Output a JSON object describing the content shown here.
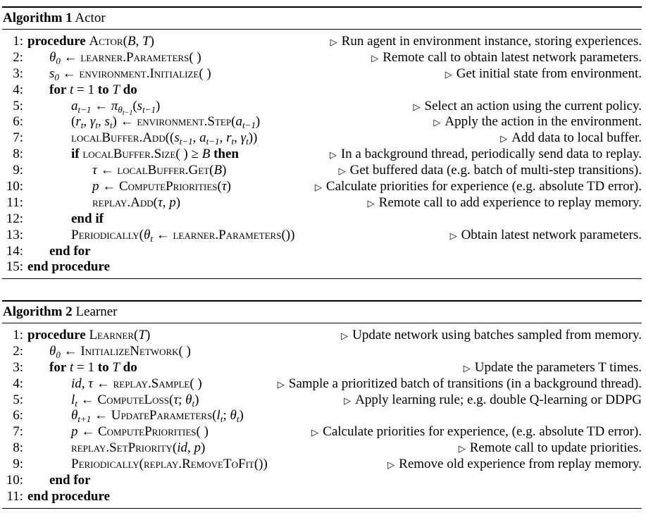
{
  "triangle_glyph": "▷",
  "algorithm1": {
    "label": "Algorithm 1",
    "name": "Actor",
    "lines": [
      {
        "num": "1:",
        "comment": "Run agent in environment instance, storing experiences."
      },
      {
        "num": "2:",
        "comment": "Remote call to obtain latest network parameters."
      },
      {
        "num": "3:",
        "comment": "Get initial state from environment."
      },
      {
        "num": "4:",
        "comment": ""
      },
      {
        "num": "5:",
        "comment": "Select an action using the current policy."
      },
      {
        "num": "6:",
        "comment": "Apply the action in the environment."
      },
      {
        "num": "7:",
        "comment": "Add data to local buffer."
      },
      {
        "num": "8:",
        "comment": "In a background thread, periodically send data to replay."
      },
      {
        "num": "9:",
        "comment": "Get buffered data (e.g. batch of multi-step transitions)."
      },
      {
        "num": "10:",
        "comment": "Calculate priorities for experience (e.g. absolute TD error)."
      },
      {
        "num": "11:",
        "comment": "Remote call to add experience to replay memory."
      },
      {
        "num": "12:",
        "comment": ""
      },
      {
        "num": "13:",
        "comment": "Obtain latest network parameters."
      },
      {
        "num": "14:",
        "comment": ""
      },
      {
        "num": "15:",
        "comment": ""
      }
    ]
  },
  "algorithm2": {
    "label": "Algorithm 2",
    "name": "Learner",
    "lines": [
      {
        "num": "1:",
        "comment": "Update network using batches sampled from memory."
      },
      {
        "num": "2:",
        "comment": ""
      },
      {
        "num": "3:",
        "comment": "Update the parameters T times."
      },
      {
        "num": "4:",
        "comment": "Sample a prioritized batch of transitions (in a background thread)."
      },
      {
        "num": "5:",
        "comment": "Apply learning rule; e.g. double Q-learning or DDPG"
      },
      {
        "num": "6:",
        "comment": ""
      },
      {
        "num": "7:",
        "comment": "Calculate priorities for experience, (e.g. absolute TD error)."
      },
      {
        "num": "8:",
        "comment": "Remote call to update priorities."
      },
      {
        "num": "9:",
        "comment": "Remove old experience from replay memory."
      },
      {
        "num": "10:",
        "comment": ""
      },
      {
        "num": "11:",
        "comment": ""
      }
    ]
  },
  "keywords": {
    "procedure": "procedure",
    "end_procedure": "end procedure",
    "for": "for",
    "to": "to",
    "do": "do",
    "end_for": "end for",
    "if": "if",
    "then": "then",
    "end_if": "end if"
  },
  "functions": {
    "actor": "Actor",
    "learner": "Learner",
    "learner_parameters": "learner.Parameters",
    "environment_initialize": "environment.Initialize",
    "environment_step": "environment.Step",
    "localbuffer_add": "localBuffer.Add",
    "localbuffer_size": "localBuffer.Size",
    "localbuffer_get": "localBuffer.Get",
    "compute_priorities": "ComputePriorities",
    "replay_add": "replay.Add",
    "periodically": "Periodically",
    "initialize_network": "InitializeNetwork",
    "replay_sample": "replay.Sample",
    "compute_loss": "ComputeLoss",
    "update_parameters": "UpdateParameters",
    "replay_set_priority": "replay.SetPriority",
    "replay_remove_to_fit": "replay.RemoveToFit"
  }
}
